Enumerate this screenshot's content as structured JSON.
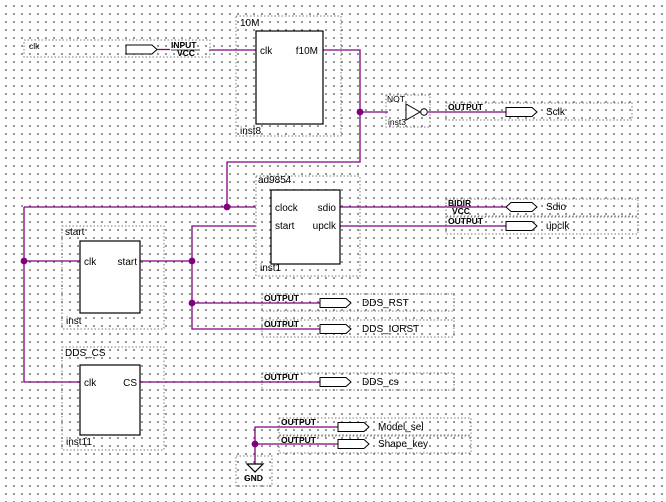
{
  "blocks": {
    "pll": {
      "title": "10M",
      "inst": "inst8",
      "in_pin": "clk",
      "out_pin": "f10M"
    },
    "ad": {
      "title": "ad9854",
      "inst": "inst1",
      "pins": {
        "clock": "clock",
        "start": "start",
        "sdio": "sdio",
        "upclk": "upclk"
      }
    },
    "start": {
      "title": "start",
      "inst": "inst",
      "in_pin": "clk",
      "out_pin": "start"
    },
    "cs": {
      "title": "DDS_CS",
      "inst": "inst11",
      "in_pin": "clk",
      "out_pin": "CS"
    }
  },
  "not_gate": {
    "type": "NOT",
    "inst": "inst3"
  },
  "ports": {
    "clk": {
      "name": "clk",
      "type": "INPUT",
      "sub": "VCC"
    },
    "sclk": {
      "name": "Sclk",
      "type": "OUTPUT"
    },
    "sdio": {
      "name": "Sdio",
      "type": "BIDIR",
      "sub": "VCC"
    },
    "upclk": {
      "name": "upclk",
      "type": "OUTPUT"
    },
    "dds_rst": {
      "name": "DDS_RST",
      "type": "OUTPUT"
    },
    "dds_iorst": {
      "name": "DDS_IORST",
      "type": "OUTPUT"
    },
    "dds_cs": {
      "name": "DDS_cs",
      "type": "OUTPUT"
    },
    "model_sel": {
      "name": "Model_sel",
      "type": "OUTPUT"
    },
    "shape_key": {
      "name": "Shape_key",
      "type": "OUTPUT"
    }
  },
  "gnd": {
    "label": "GND"
  }
}
